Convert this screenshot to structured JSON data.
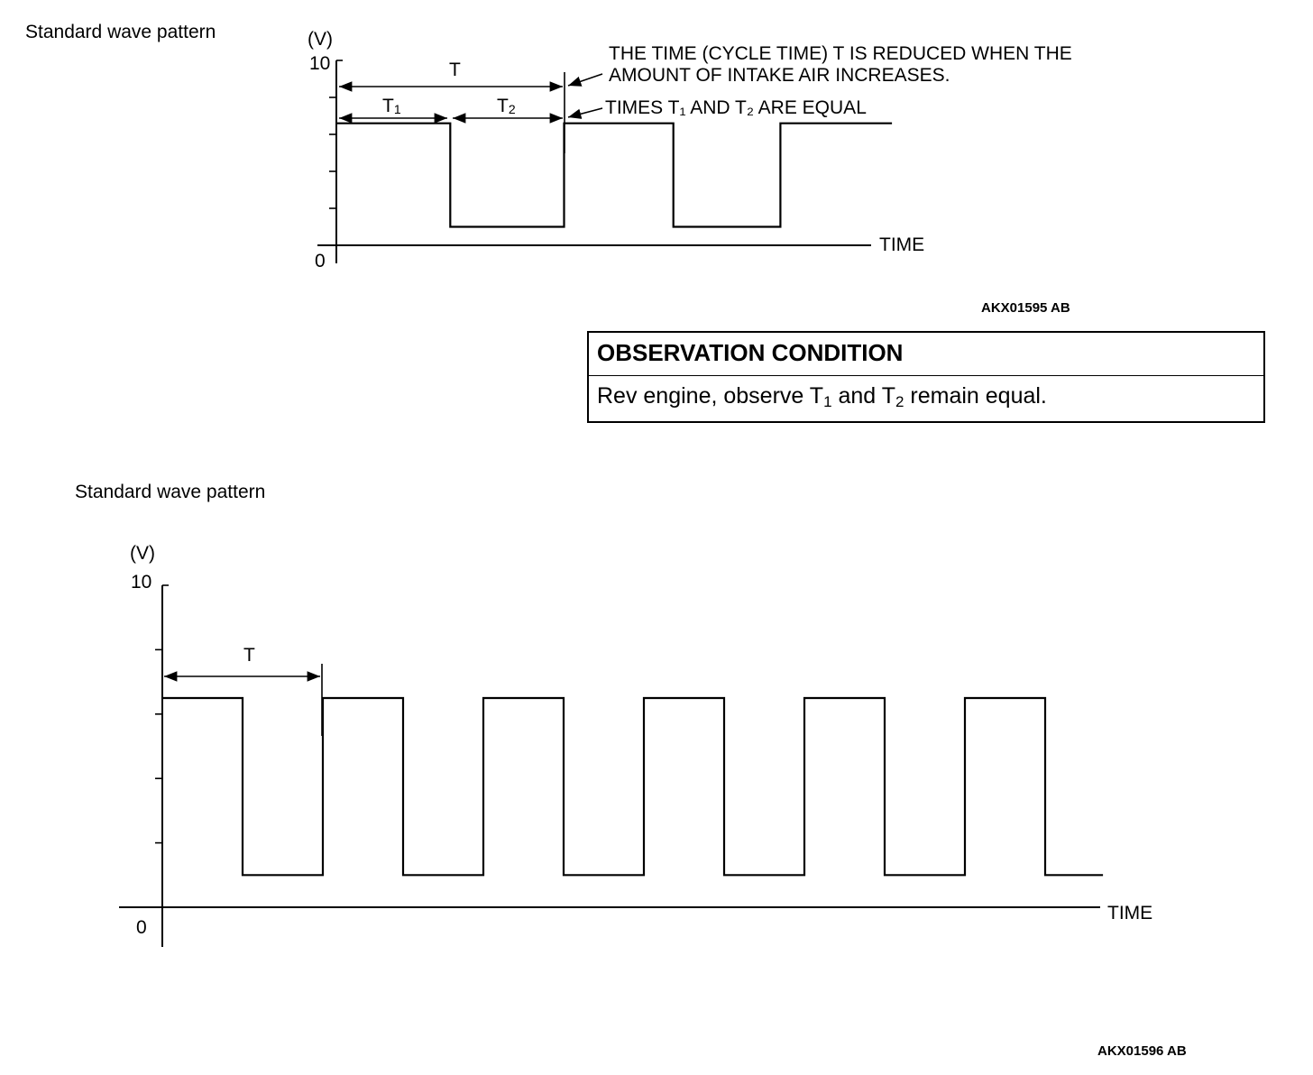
{
  "charts": {
    "top": {
      "caption": "Standard wave pattern",
      "unit": "(V)",
      "ymax_label": "10",
      "zero_label": "0",
      "time_label": "TIME",
      "T_label": "T",
      "T1_label": "T",
      "T1_sub": "1",
      "T2_label": "T",
      "T2_sub": "2",
      "note_cycle_line1": "THE TIME (CYCLE TIME) T IS REDUCED WHEN THE",
      "note_cycle_line2": "AMOUNT OF INTAKE AIR INCREASES.",
      "note_equal": "TIMES T₁ AND T₂ ARE EQUAL",
      "code": "AKX01595 AB"
    },
    "bottom": {
      "caption": "Standard wave pattern",
      "unit": "(V)",
      "ymax_label": "10",
      "zero_label": "0",
      "time_label": "TIME",
      "T_label": "T",
      "code": "AKX01596 AB"
    }
  },
  "observation": {
    "header": "OBSERVATION CONDITION",
    "text_a": "Rev engine, observe T",
    "sub1": "1",
    "text_b": " and T",
    "sub2": "2",
    "text_c": " remain equal."
  },
  "chart_data": [
    {
      "type": "line",
      "step": true,
      "x": [
        0,
        2.5,
        2.5,
        5,
        5,
        7.4,
        7.4,
        9.75,
        9.75,
        12.2
      ],
      "y": [
        6.6,
        6.6,
        1.0,
        1.0,
        6.6,
        6.6,
        1.0,
        1.0,
        6.6,
        6.6
      ],
      "ylim": [
        0,
        10
      ],
      "ylabel": "(V)",
      "xlabel": "TIME",
      "title": "Standard wave pattern"
    },
    {
      "type": "line",
      "step": true,
      "x": [
        0,
        2.5,
        2.5,
        5,
        5,
        7.5,
        7.5,
        10,
        10,
        12.5,
        12.5,
        15,
        15,
        17.5,
        17.5,
        20,
        20,
        22.5,
        22.5,
        25,
        25,
        27.5,
        27.5,
        29.3
      ],
      "y": [
        6.5,
        6.5,
        1.0,
        1.0,
        6.5,
        6.5,
        1.0,
        1.0,
        6.5,
        6.5,
        1.0,
        1.0,
        6.5,
        6.5,
        1.0,
        1.0,
        6.5,
        6.5,
        1.0,
        1.0,
        6.5,
        6.5,
        1.0,
        1.0
      ],
      "ylim": [
        0,
        10
      ],
      "ylabel": "(V)",
      "xlabel": "TIME",
      "title": "Standard wave pattern"
    }
  ]
}
